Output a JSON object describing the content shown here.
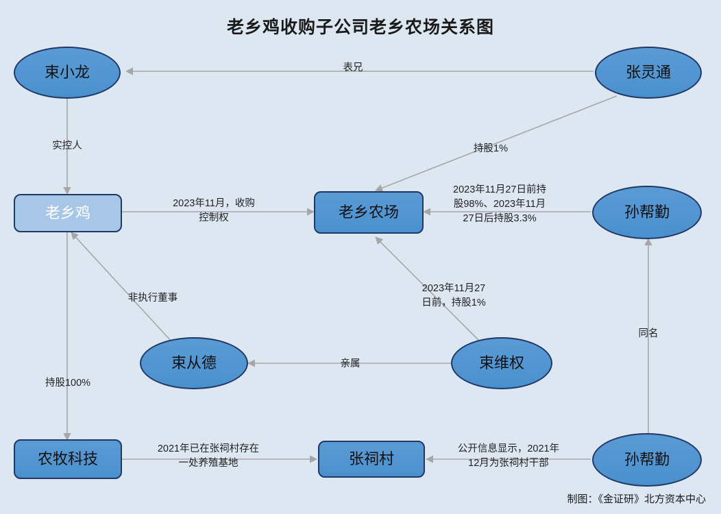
{
  "title": "老乡鸡收购子公司老乡农场关系图",
  "credit": "制图：《金证研》北方资本中心",
  "background_color": "#dde7f2",
  "node_fill": "#5b9bd5",
  "node_light_fill": "#a8c6e5",
  "node_border": "#1f3864",
  "edge_color": "#a6a6a6",
  "nodes": [
    {
      "id": "shu-xiao-long",
      "label": "束小龙",
      "shape": "ellipse"
    },
    {
      "id": "zhang-ling-tong",
      "label": "张灵通",
      "shape": "ellipse"
    },
    {
      "id": "lao-xiang-ji",
      "label": "老乡鸡",
      "shape": "rect-light"
    },
    {
      "id": "lao-xiang-nong-chang",
      "label": "老乡农场",
      "shape": "rect"
    },
    {
      "id": "sun-bang-qin-top",
      "label": "孙帮勤",
      "shape": "ellipse"
    },
    {
      "id": "shu-cong-de",
      "label": "束从德",
      "shape": "ellipse"
    },
    {
      "id": "shu-wei-quan",
      "label": "束维权",
      "shape": "ellipse"
    },
    {
      "id": "nong-mu-ke-ji",
      "label": "农牧科技",
      "shape": "rect"
    },
    {
      "id": "zhang-ci-cun",
      "label": "张祠村",
      "shape": "rect"
    },
    {
      "id": "sun-bang-qin-bottom",
      "label": "孙帮勤",
      "shape": "ellipse"
    }
  ],
  "edges": [
    {
      "id": "edge-biaoxiong",
      "label": "表兄",
      "from": "zhang-ling-tong",
      "to": "shu-xiao-long"
    },
    {
      "id": "edge-shikongren",
      "label": "实控人",
      "from": "shu-xiao-long",
      "to": "lao-xiang-ji"
    },
    {
      "id": "edge-chigu1-zhang",
      "label": "持股1%",
      "from": "zhang-ling-tong",
      "to": "lao-xiang-nong-chang"
    },
    {
      "id": "edge-shougou",
      "label": "2023年11月，收购\n控制权",
      "from": "lao-xiang-ji",
      "to": "lao-xiang-nong-chang"
    },
    {
      "id": "edge-chigu98",
      "label": "2023年11月27日前持\n股98%、2023年11月\n27日后持股3.3%",
      "from": "sun-bang-qin-top",
      "to": "lao-xiang-nong-chang"
    },
    {
      "id": "edge-chigu1-shu",
      "label": "2023年11月27\n日前，持股1%",
      "from": "shu-wei-quan",
      "to": "lao-xiang-nong-chang"
    },
    {
      "id": "edge-feizhixing",
      "label": "非执行董事",
      "from": "shu-cong-de",
      "to": "lao-xiang-ji"
    },
    {
      "id": "edge-qinshu",
      "label": "亲属",
      "from": "shu-wei-quan",
      "to": "shu-cong-de"
    },
    {
      "id": "edge-chigu100",
      "label": "持股100%",
      "from": "lao-xiang-ji",
      "to": "nong-mu-ke-ji"
    },
    {
      "id": "edge-yangzhi",
      "label": "2021年已在张祠村存在\n一处养殖基地",
      "from": "nong-mu-ke-ji",
      "to": "zhang-ci-cun"
    },
    {
      "id": "edge-ganbu",
      "label": "公开信息显示，2021年\n12月为张祠村干部",
      "from": "sun-bang-qin-bottom",
      "to": "zhang-ci-cun"
    },
    {
      "id": "edge-tongming",
      "label": "同名",
      "from": "sun-bang-qin-bottom",
      "to": "sun-bang-qin-top"
    }
  ]
}
